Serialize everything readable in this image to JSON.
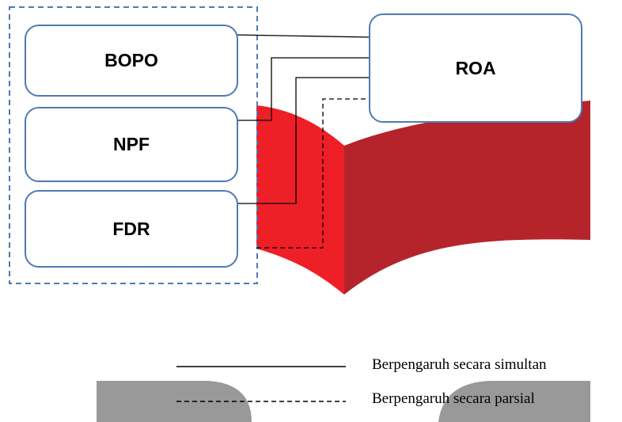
{
  "variables": {
    "bopo": "BOPO",
    "npf": "NPF",
    "fdr": "FDR",
    "roa": "ROA"
  },
  "legend": {
    "simultaneous": "Berpengaruh secara simultan",
    "partial": "Berpengaruh secara parsial"
  },
  "colors": {
    "box_border": "#4f7ab4",
    "group_border": "#4f7ab4",
    "ribbon_light": "#ee1f27",
    "ribbon_dark": "#b5242b",
    "legend_shape": "#999999",
    "line": "#000000"
  }
}
